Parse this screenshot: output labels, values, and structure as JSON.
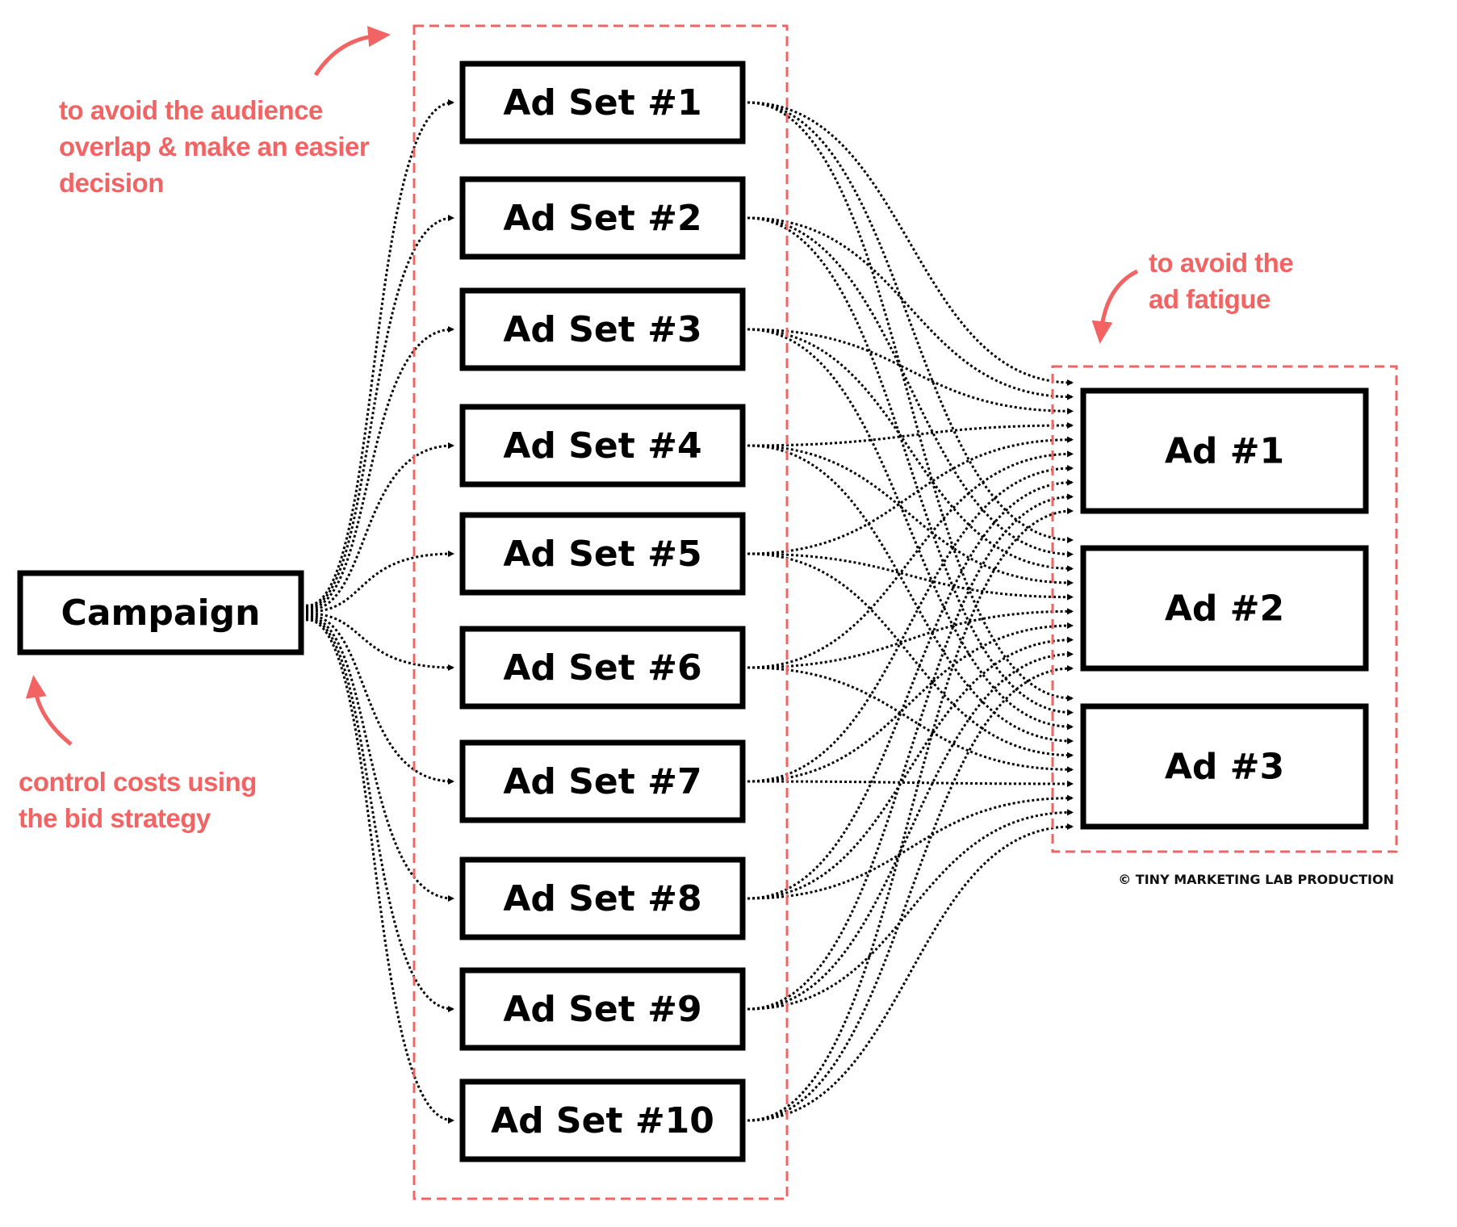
{
  "campaign": {
    "label": "Campaign"
  },
  "ad_sets": [
    "Ad Set #1",
    "Ad Set #2",
    "Ad Set #3",
    "Ad Set #4",
    "Ad Set #5",
    "Ad Set #6",
    "Ad Set #7",
    "Ad Set #8",
    "Ad Set #9",
    "Ad Set #10"
  ],
  "ads": [
    "Ad #1",
    "Ad #2",
    "Ad #3"
  ],
  "annotations": {
    "ad_sets_note": "to avoid the audience\noverlap & make an easier\ndecision",
    "ads_note": "to avoid the\nad fatigue",
    "campaign_note": "control costs using\nthe bid strategy"
  },
  "copyright": "© TINY MARKETING LAB PRODUCTION",
  "colors": {
    "accent": "#f26464",
    "ink": "#000000"
  }
}
